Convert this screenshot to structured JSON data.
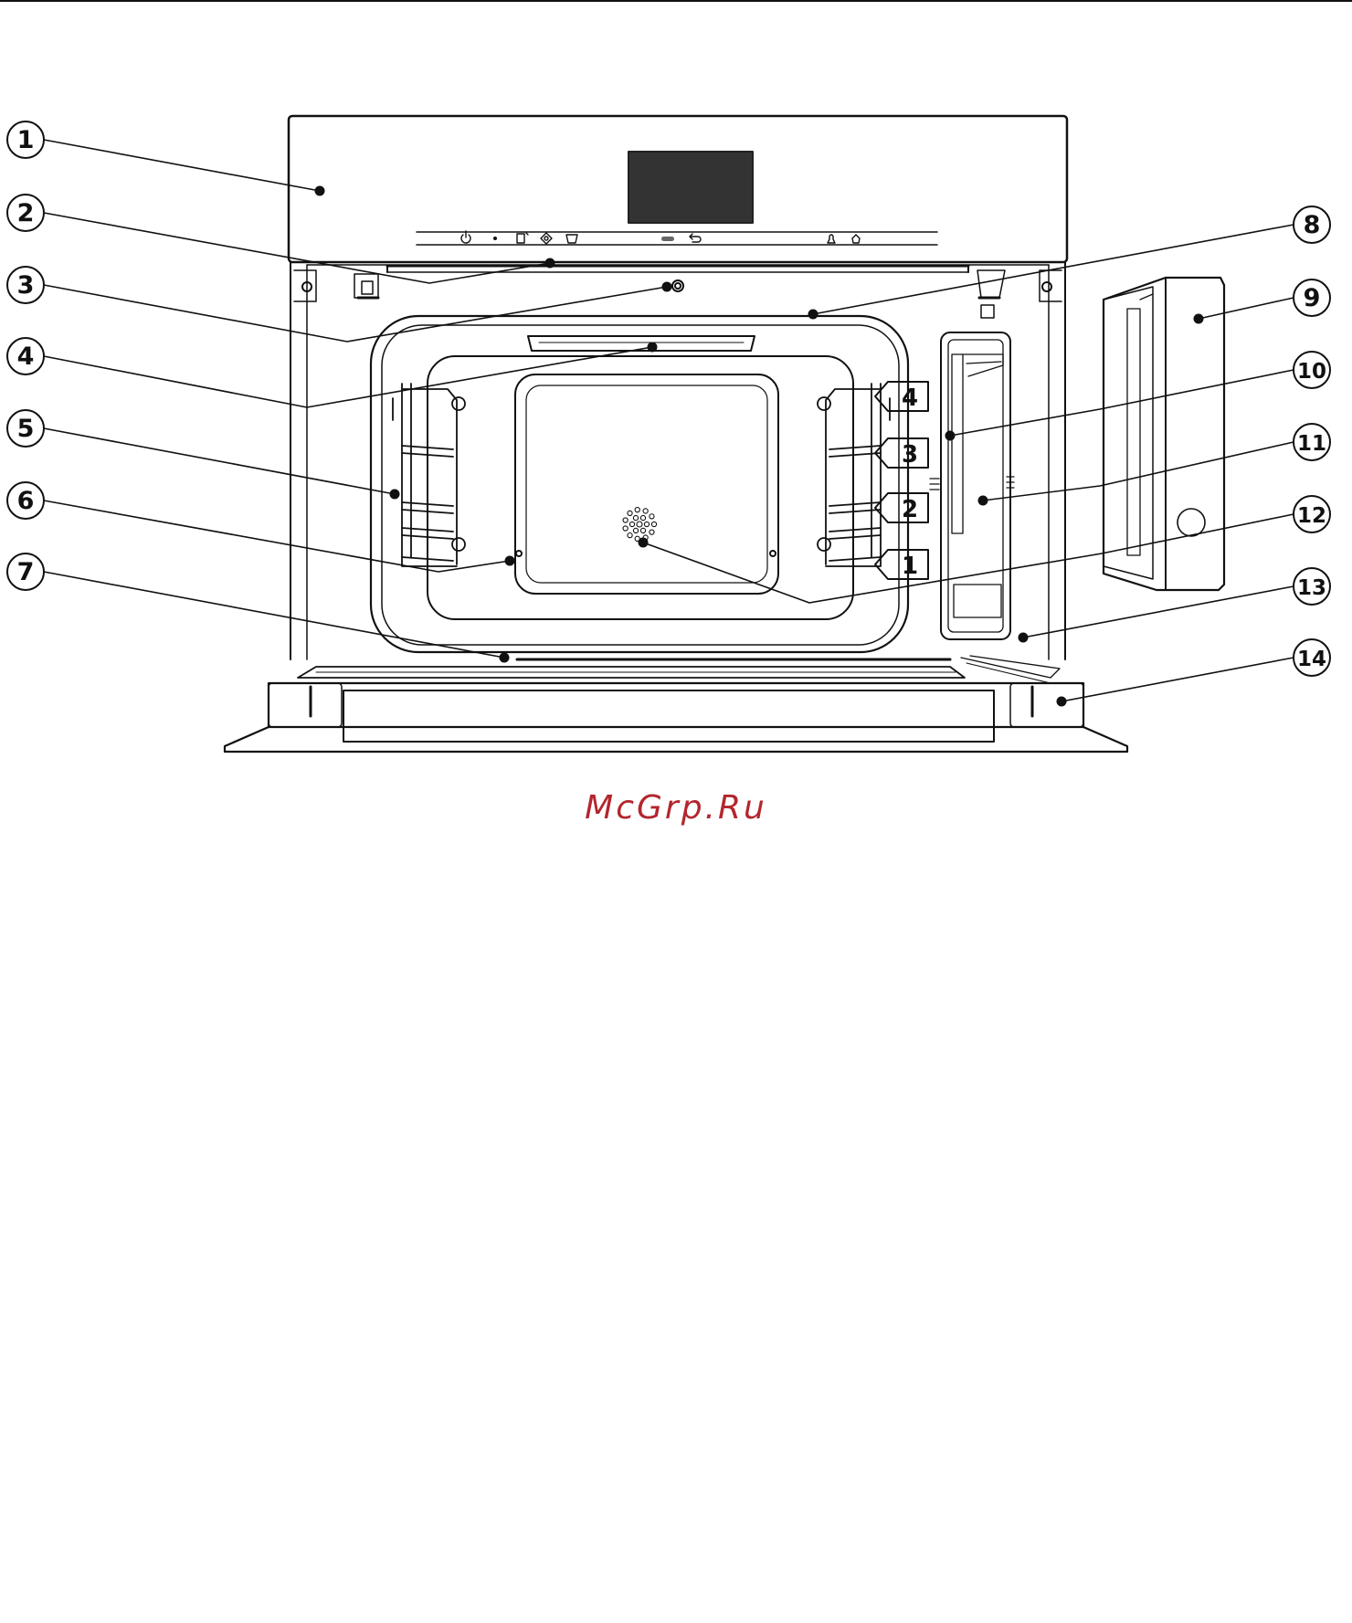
{
  "colors": {
    "line": "#111111",
    "display": "#333333",
    "watermark": "#b3262d"
  },
  "callouts": [
    "1",
    "2",
    "3",
    "4",
    "5",
    "6",
    "7",
    "8",
    "9",
    "10",
    "11",
    "12",
    "13",
    "14"
  ],
  "shelf_levels": [
    "4",
    "3",
    "2",
    "1"
  ],
  "watermark": "McGrp.Ru"
}
